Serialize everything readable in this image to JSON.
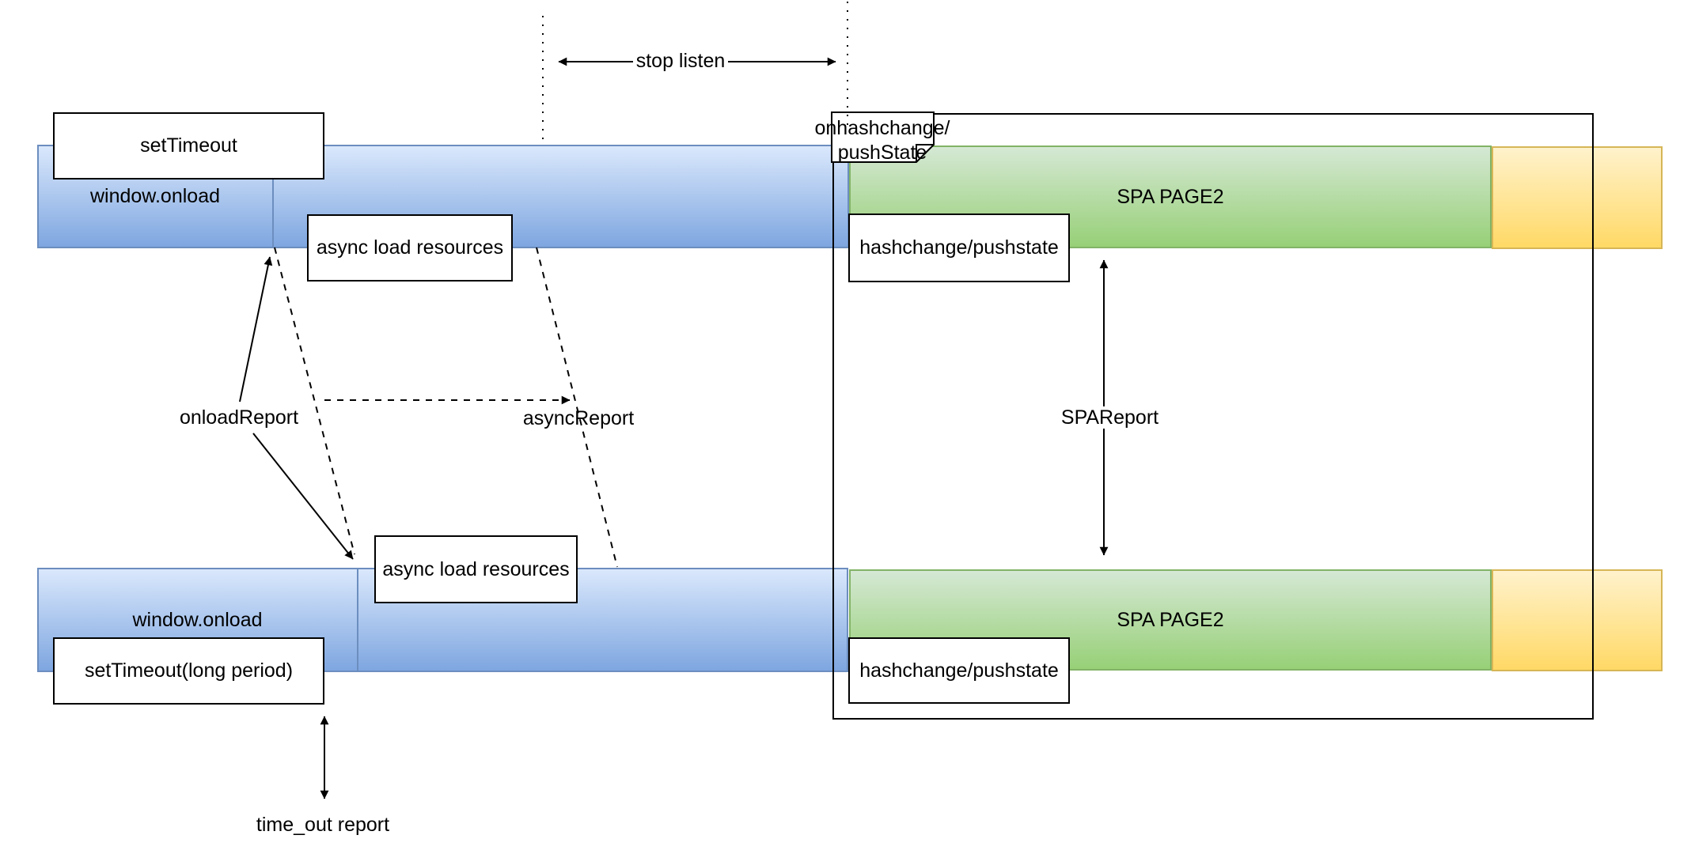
{
  "colors": {
    "bar_blue_top": "#dae8fc",
    "bar_blue_bottom": "#7ea6e0",
    "bar_blue_stroke": "#6c8ebf",
    "bar_green_top": "#d5e8d4",
    "bar_green_bottom": "#97d077",
    "bar_green_stroke": "#82b366",
    "bar_yellow_top": "#fff2cc",
    "bar_yellow_bottom": "#ffd966",
    "bar_yellow_stroke": "#d6b656",
    "line_color": "#000000",
    "box_fill": "#ffffff"
  },
  "annotations": {
    "stop_listen": "stop listen",
    "onhashchange_note": {
      "line1": "onhashchange/",
      "line2": "pushState"
    },
    "onload_report": "onloadReport",
    "async_report": "asyncReport",
    "spa_report": "SPAReport",
    "timeout_report": "time_out report"
  },
  "row1": {
    "window_onload_label": "window.onload",
    "set_timeout_box": "setTimeout",
    "async_load_box": "async load resources",
    "spa_page_label": "SPA PAGE2",
    "hashchange_box": "hashchange/pushstate"
  },
  "row2": {
    "window_onload_label": "window.onload",
    "set_timeout_box": "setTimeout(long period)",
    "async_load_box": "async load resources",
    "spa_page_label": "SPA PAGE2",
    "hashchange_box": "hashchange/pushstate"
  }
}
